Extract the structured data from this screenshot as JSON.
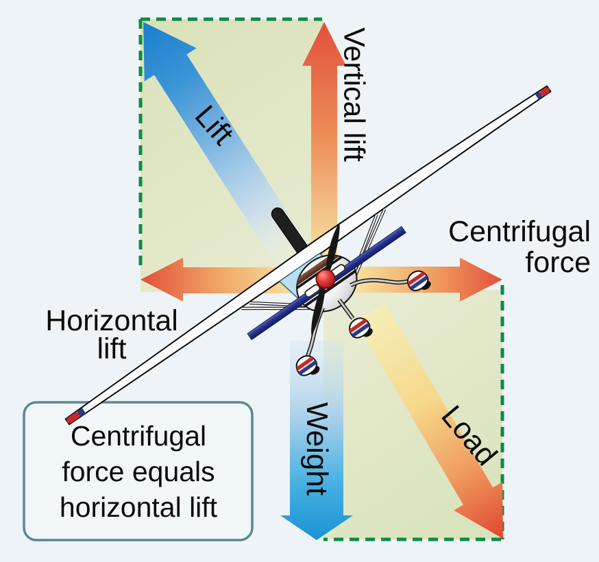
{
  "diagram": {
    "force_labels": {
      "lift": "Lift",
      "vertical_lift": "Vertical lift",
      "centrifugal_force_line1": "Centrifugal",
      "centrifugal_force_line2": "force",
      "horizontal_lift_line1": "Horizontal",
      "horizontal_lift_line2": "lift",
      "weight": "Weight",
      "load": "Load"
    },
    "callout": {
      "line1": "Centrifugal",
      "line2": "force equals",
      "line3": "horizontal lift"
    },
    "icons": {
      "airplane": "banked-high-wing-airplane-front-view"
    },
    "colors": {
      "background": "#edf3f6",
      "region_fill": "#e0e6c3",
      "dashed_border_green": "#0b8c45",
      "blue_arrow": "#1a7fcd",
      "orange_arrow_tip": "#e2503a",
      "orange_arrow_tail": "#f7ecaa",
      "callout_border": "#5d8694"
    }
  }
}
